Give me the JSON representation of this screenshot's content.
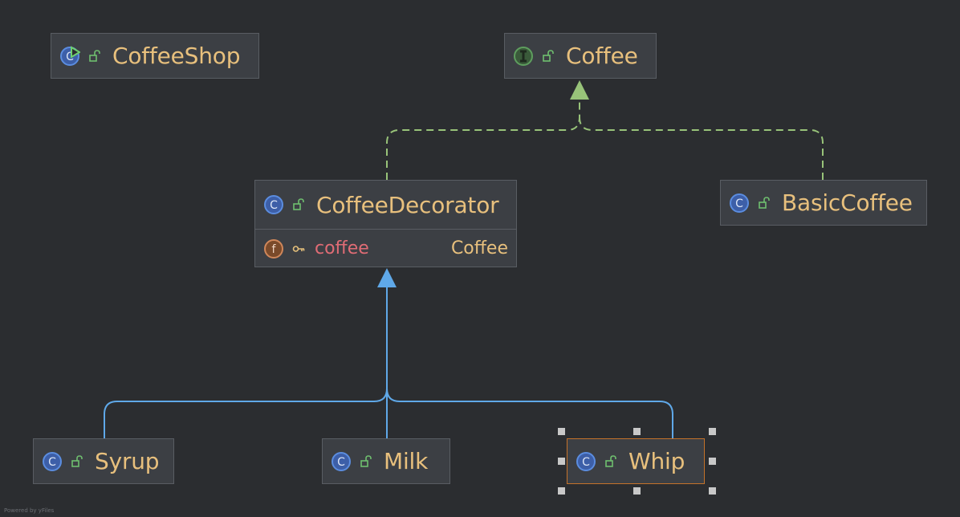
{
  "diagram": {
    "nodes": {
      "coffeeshop": {
        "name": "CoffeeShop",
        "kind_icon": "runnable-class-icon"
      },
      "coffee": {
        "name": "Coffee",
        "kind_icon": "interface-icon"
      },
      "coffeedecorator": {
        "name": "CoffeeDecorator",
        "kind_icon": "class-icon",
        "field": {
          "name": "coffee",
          "type": "Coffee",
          "icon": "field-icon",
          "modifier_icon": "key-icon"
        }
      },
      "basiccoffee": {
        "name": "BasicCoffee",
        "kind_icon": "class-icon"
      },
      "syrup": {
        "name": "Syrup",
        "kind_icon": "class-icon"
      },
      "milk": {
        "name": "Milk",
        "kind_icon": "class-icon"
      },
      "whip": {
        "name": "Whip",
        "kind_icon": "class-icon",
        "selected": true
      }
    },
    "edges": [
      {
        "from": "CoffeeDecorator",
        "to": "Coffee",
        "relation": "implements",
        "style": "dashed",
        "color": "#98c379"
      },
      {
        "from": "BasicCoffee",
        "to": "Coffee",
        "relation": "implements",
        "style": "dashed",
        "color": "#98c379"
      },
      {
        "from": "Syrup",
        "to": "CoffeeDecorator",
        "relation": "extends",
        "style": "solid",
        "color": "#5fa8e8"
      },
      {
        "from": "Milk",
        "to": "CoffeeDecorator",
        "relation": "extends",
        "style": "solid",
        "color": "#5fa8e8"
      },
      {
        "from": "Whip",
        "to": "CoffeeDecorator",
        "relation": "extends",
        "style": "solid",
        "color": "#5fa8e8"
      }
    ]
  },
  "footer": {
    "text": "Powered by yFiles"
  },
  "colors": {
    "background": "#2b2d30",
    "node_fill": "#3c3f44",
    "node_border": "#595d63",
    "title": "#e8c07d",
    "field_name": "#e06c75",
    "implements_edge": "#98c379",
    "extends_edge": "#5fa8e8",
    "selection_border": "#c4722a"
  }
}
